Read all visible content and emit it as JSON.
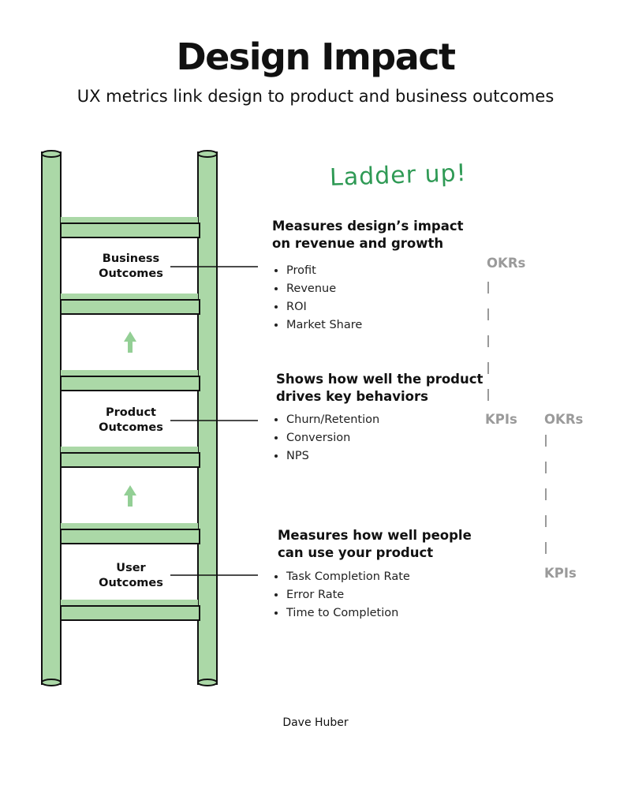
{
  "title": "Design Impact",
  "subtitle": "UX metrics link design to product and business outcomes",
  "annotation": "Ladder up!",
  "levels": [
    {
      "label_line1": "Business",
      "label_line2": "Outcomes",
      "heading_line1": "Measures design’s impact",
      "heading_line2": "on revenue and growth",
      "items": [
        "Profit",
        "Revenue",
        "ROI",
        "Market Share"
      ]
    },
    {
      "label_line1": "Product",
      "label_line2": "Outcomes",
      "heading_line1": "Shows how well the product",
      "heading_line2": "drives key behaviors",
      "items": [
        "Churn/Retention",
        "Conversion",
        "NPS"
      ]
    },
    {
      "label_line1": "User",
      "label_line2": "Outcomes",
      "heading_line1": "Measures how well people",
      "heading_line2": "can use your product",
      "items": [
        "Task Completion Rate",
        "Error Rate",
        "Time to Completion"
      ]
    }
  ],
  "metrics": {
    "upper_top": "OKRs",
    "upper_bottom": "KPIs",
    "lower_top": "OKRs",
    "lower_bottom": "KPIs"
  },
  "author": "Dave Huber",
  "colors": {
    "green_fill": "#abd8a7",
    "arrow_green": "#93cf95",
    "annotation_green": "#2f9a55",
    "outline": "#111111",
    "metric_gray": "#9a9a9a"
  }
}
